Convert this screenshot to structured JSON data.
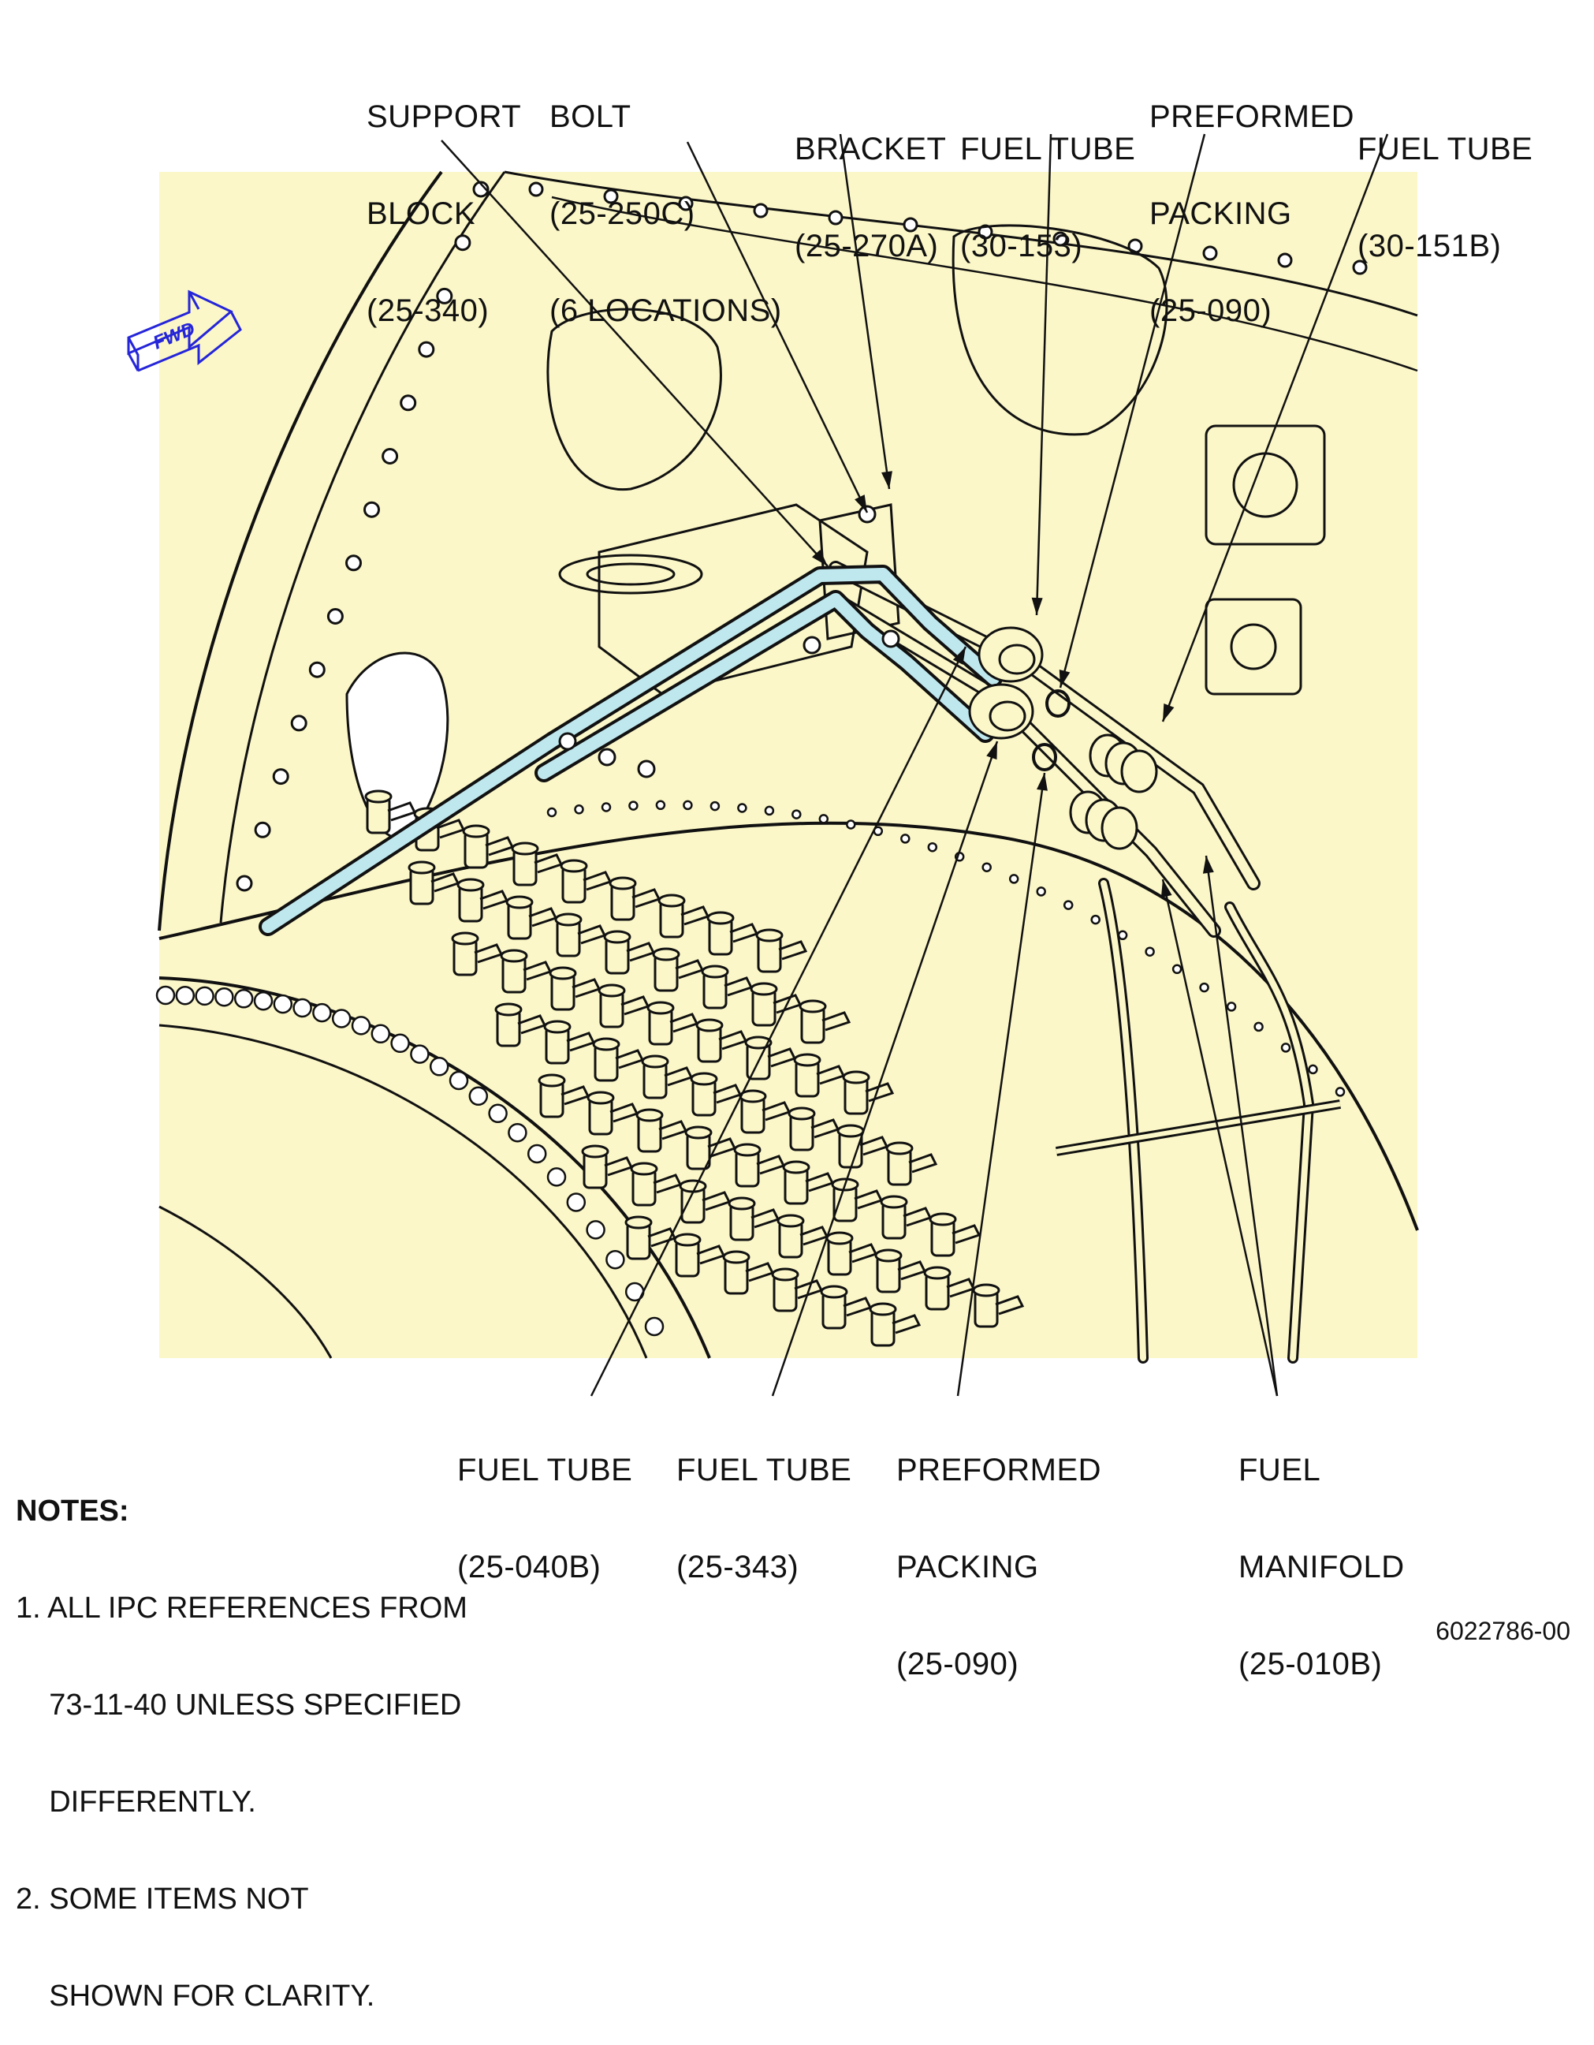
{
  "colors": {
    "background_fill": "#fbf7c8",
    "highlight_tube": "#bfe8ee",
    "line": "#111111",
    "fwd_arrow": "#2525d9"
  },
  "fwd_arrow": {
    "text": "FWD",
    "icon": "forward-direction-arrow-icon"
  },
  "callouts": [
    {
      "lines": [
        "SUPPORT",
        "BLOCK",
        "(25-340)"
      ]
    },
    {
      "lines": [
        "BOLT",
        "(25-250C)",
        "(6 LOCATIONS)"
      ]
    },
    {
      "lines": [
        "BRACKET",
        "(25-270A)"
      ]
    },
    {
      "lines": [
        "FUEL TUBE",
        "(30-153)"
      ]
    },
    {
      "lines": [
        "PREFORMED",
        "PACKING",
        "(25-090)"
      ]
    },
    {
      "lines": [
        "FUEL TUBE",
        "(30-151B)"
      ]
    },
    {
      "lines": [
        "FUEL TUBE",
        "(25-040B)"
      ]
    },
    {
      "lines": [
        "FUEL TUBE",
        "(25-343)"
      ]
    },
    {
      "lines": [
        "PREFORMED",
        "PACKING",
        "(25-090)"
      ]
    },
    {
      "lines": [
        "FUEL",
        "MANIFOLD",
        "(25-010B)"
      ]
    }
  ],
  "notes": {
    "title": "NOTES:",
    "items": [
      [
        "1. ALL IPC REFERENCES FROM",
        "    73-11-40 UNLESS SPECIFIED",
        "    DIFFERENTLY."
      ],
      [
        "2. SOME ITEMS NOT",
        "    SHOWN FOR CLARITY."
      ]
    ]
  },
  "drawing_number": "6022786-00"
}
